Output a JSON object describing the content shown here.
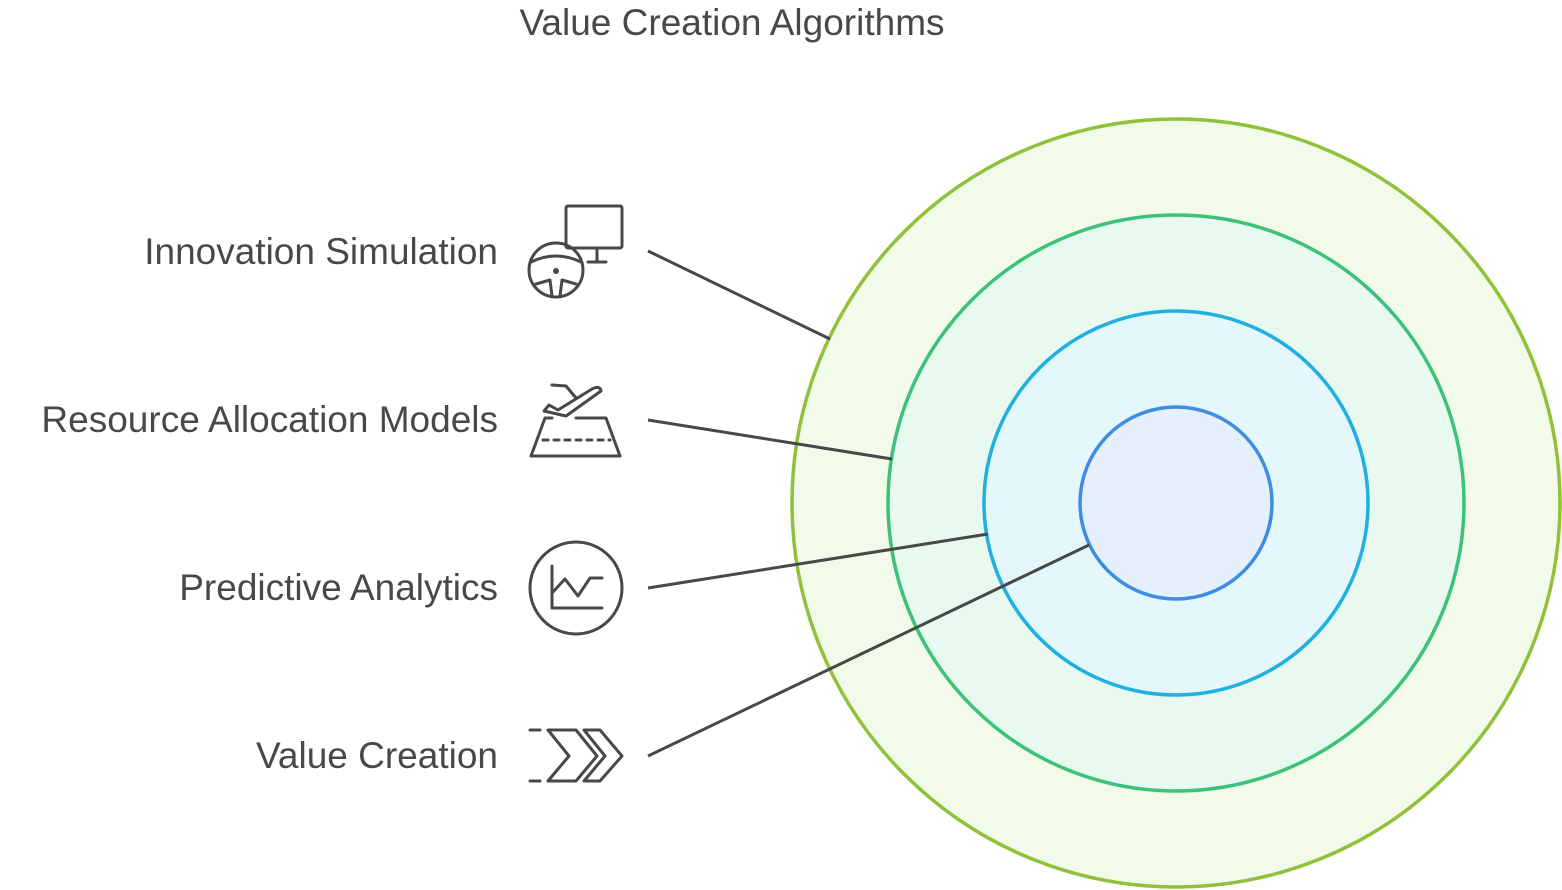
{
  "title": "Value Creation Algorithms",
  "items": [
    {
      "label": "Innovation Simulation",
      "icon": "steering-wheel-monitor-icon"
    },
    {
      "label": "Resource Allocation Models",
      "icon": "airplane-departure-icon"
    },
    {
      "label": "Predictive Analytics",
      "icon": "line-chart-circle-icon"
    },
    {
      "label": "Value Creation",
      "icon": "double-chevron-right-icon"
    }
  ],
  "colors": {
    "text": "#484848",
    "ring_outer_stroke": "#8fc13a",
    "ring_outer_fill": "#f2fae9",
    "ring_second_stroke": "#3cc277",
    "ring_second_fill": "#e8f9f0",
    "ring_third_stroke": "#1fb0e0",
    "ring_third_fill": "#e4f7fc",
    "ring_inner_stroke": "#3f8de0",
    "ring_inner_fill": "#e6effc"
  }
}
